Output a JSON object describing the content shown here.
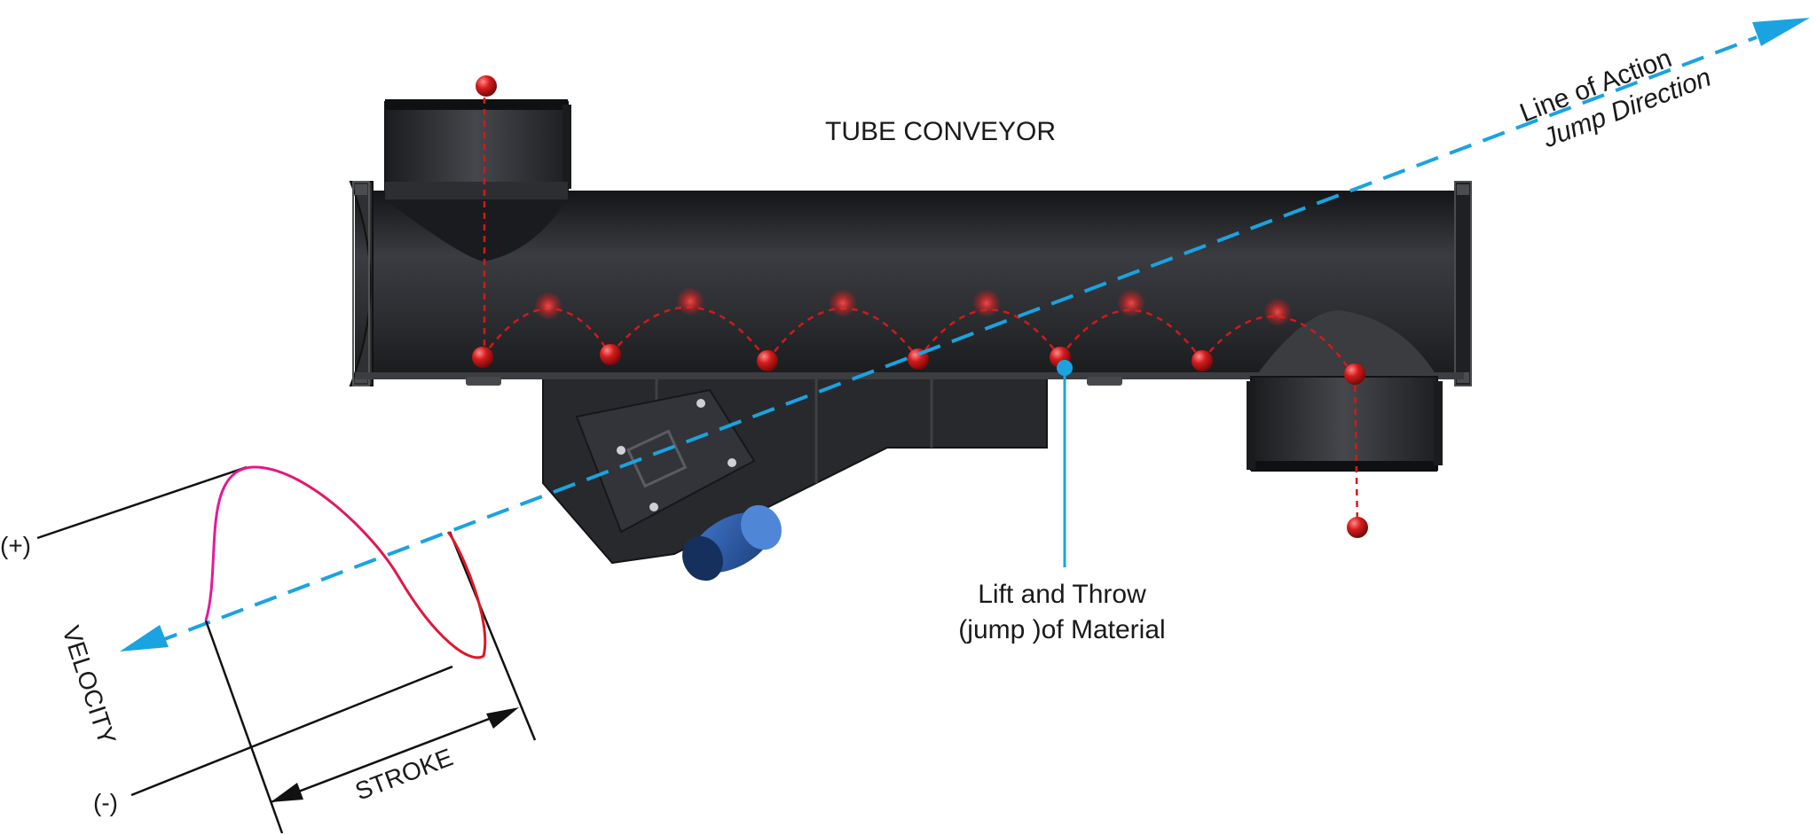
{
  "title": "TUBE CONVEYOR",
  "line_of_action": {
    "line1": "Line of Action",
    "line2": "Jump Direction",
    "color": "#1aa3e0"
  },
  "lift_throw": {
    "line1": "Lift and Throw",
    "line2": "(jump )of Material"
  },
  "graph": {
    "axis_label": "VELOCITY",
    "plus_label": "(+)",
    "minus_label": "(-)",
    "stroke_label": "STROKE",
    "curve_color_start": "#e6199b",
    "curve_color_end": "#e0161f"
  },
  "colors": {
    "conveyor_body": "#2b2d31",
    "material_ball": "#d11a1a",
    "motor": "#2c5fb0"
  },
  "icons": {
    "material": "red-sphere",
    "arrow": "arrowhead"
  }
}
